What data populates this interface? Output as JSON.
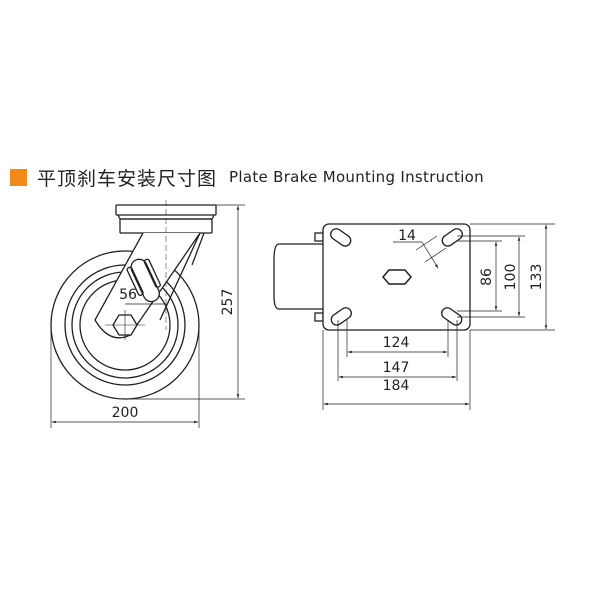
{
  "header": {
    "marker_color": "#f08a1c",
    "title_cn": "平顶刹车安装尺寸图",
    "title_en": "Plate Brake Mounting Instruction"
  },
  "side_view": {
    "wheel_diameter": "200",
    "overall_height": "257",
    "hub_width": "56"
  },
  "top_view": {
    "plate_length": "184",
    "hole_spacing_outer_x": "147",
    "hole_spacing_inner_x": "124",
    "plate_width": "133",
    "hole_spacing_outer_y": "100",
    "hole_spacing_inner_y": "86",
    "slot_width": "14"
  },
  "colors": {
    "line": "#231f20",
    "dim_line": "#555555",
    "accent": "#f08a1c"
  }
}
